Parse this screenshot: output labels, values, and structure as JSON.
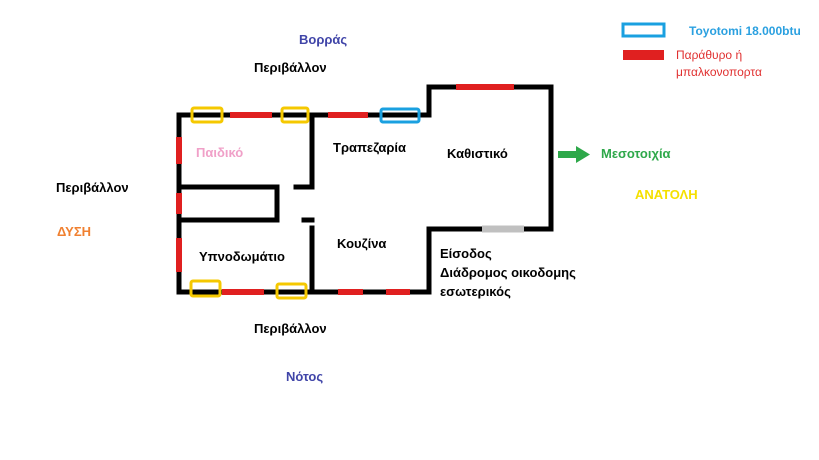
{
  "compass": {
    "north": "Βορράς",
    "south": "Νότος",
    "west": "ΔΥΣΗ",
    "east": "ΑΝΑΤΟΛΗ"
  },
  "surroundings": {
    "top": "Περιβάλλον",
    "left": "Περιβάλλον",
    "bottom": "Περιβάλλον"
  },
  "rooms": {
    "kids": "Παιδικό",
    "dining": "Τραπεζαρία",
    "living": "Καθιστικό",
    "bedroom": "Υπνοδωμάτιο",
    "kitchen": "Κουζίνα",
    "entrance_line1": "Είσοδος",
    "entrance_line2": "Διάδρομος οικοδομης",
    "entrance_line3": "εσωτερικός"
  },
  "adjacent": "Μεσοτοιχία",
  "legend": {
    "ac_label": "Toyotomi 18.000btu",
    "window_label_line1": "Παράθυρο ή",
    "window_label_line2": "μπαλκονοπορτα"
  },
  "colors": {
    "wall": "#000000",
    "window": "#e02020",
    "ac": "#1aa0e0",
    "yellow_unit": "#f5c800",
    "door": "#c0c0c0",
    "arrow": "#2ea84a"
  },
  "icons": {
    "arrow": "right-arrow-icon"
  }
}
